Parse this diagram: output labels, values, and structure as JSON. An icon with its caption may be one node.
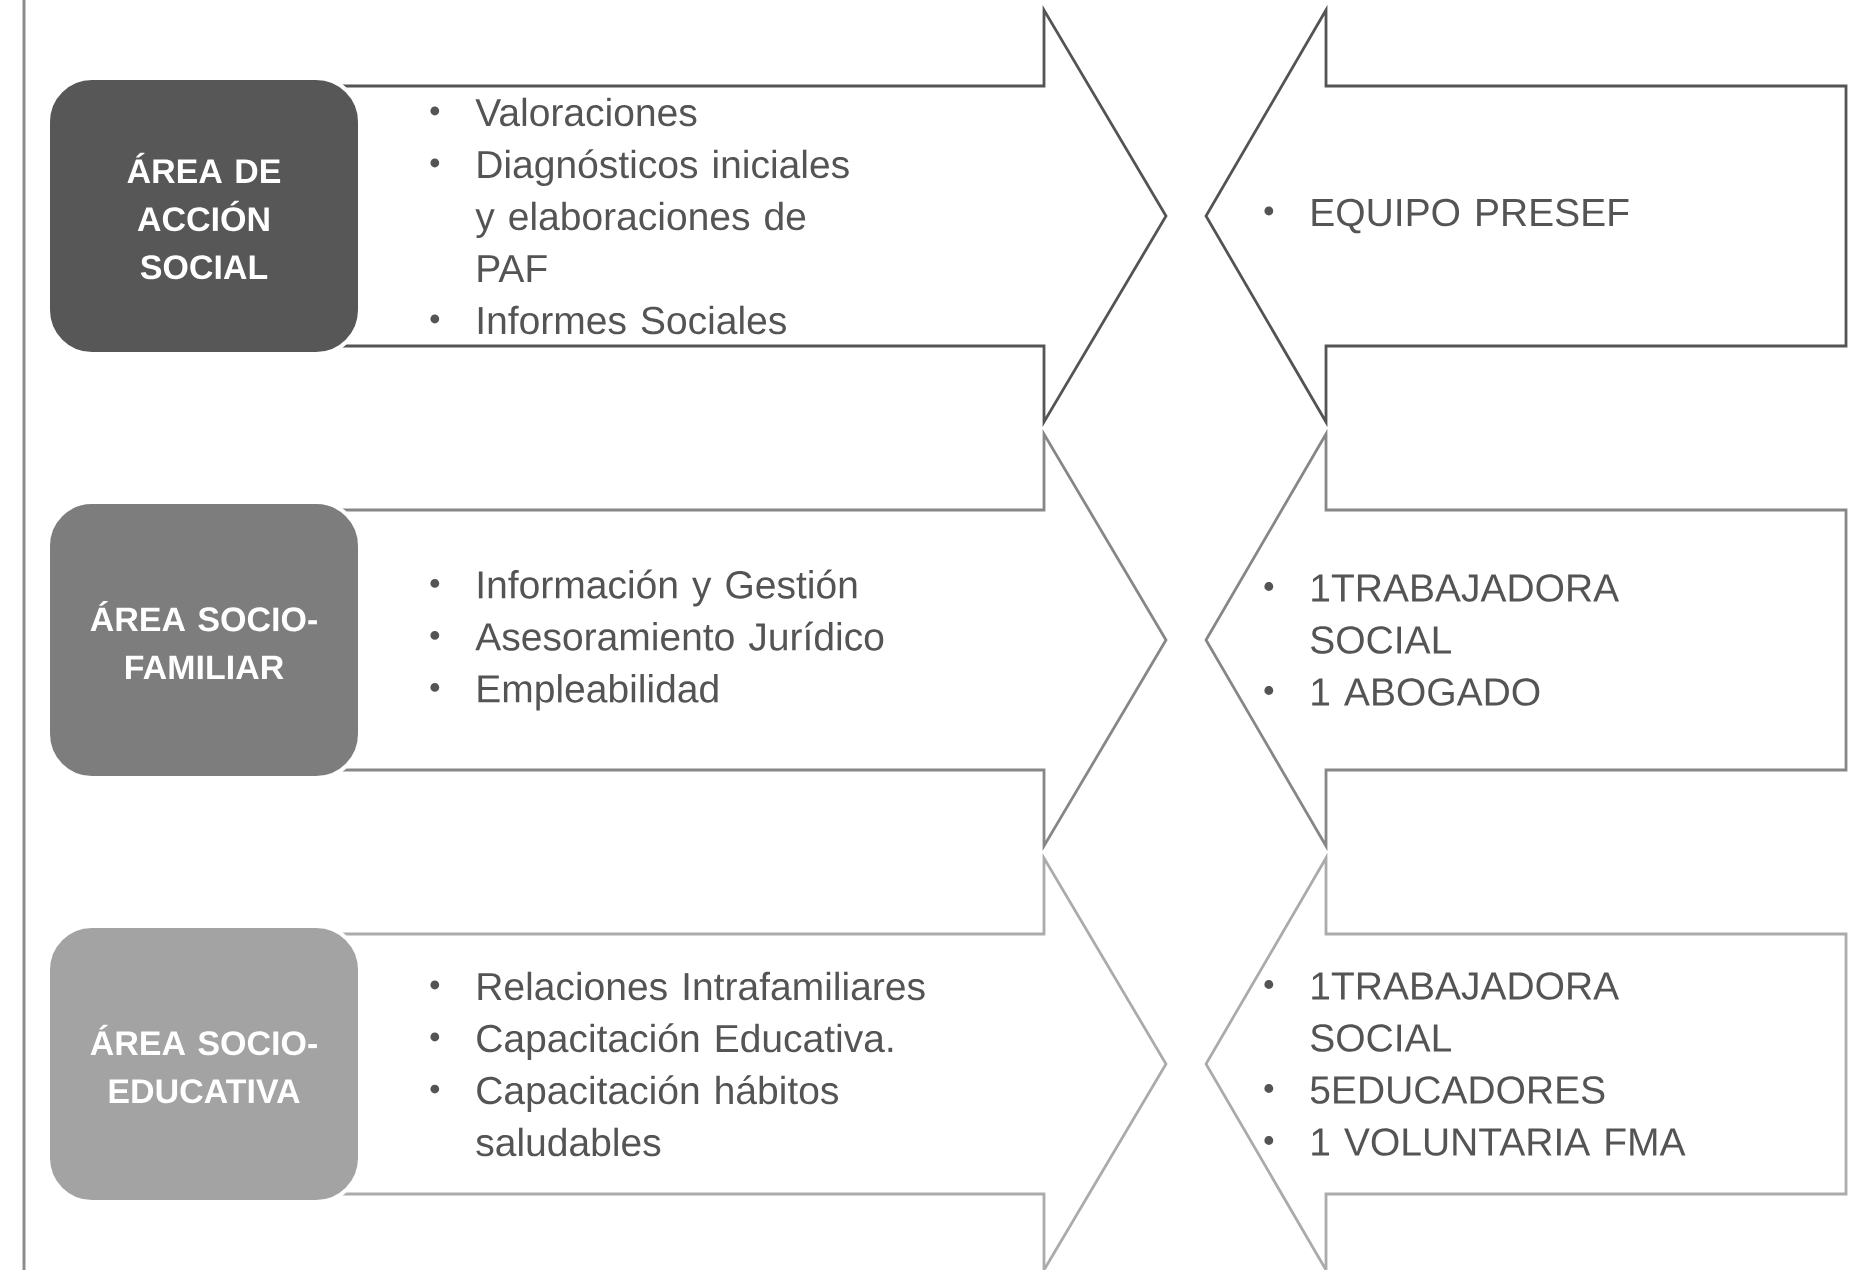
{
  "diagram": {
    "nodes": [
      {
        "text": [
          "ÁREA DE ACCIÓN SOCIAL"
        ]
      },
      {
        "text": [
          "Valoraciones",
          "Diagnósticos iniciales y elaboraciones de PAF",
          "Informes Sociales"
        ]
      },
      {
        "text": [
          "EQUIPO PRESEF"
        ]
      },
      {
        "text": [
          "ÁREA SOCIO-FAMILIAR"
        ]
      },
      {
        "text": [
          "Información y Gestión",
          "Asesoramiento Jurídico",
          "Empleabilidad"
        ]
      },
      {
        "text": [
          "1TRABAJADORA SOCIAL",
          "1 ABOGADO"
        ]
      },
      {
        "text": [
          "ÁREA SOCIO-EDUCATIVA"
        ]
      },
      {
        "text": [
          "Relaciones Intrafamiliares",
          "Capacitación Educativa.",
          "Capacitación hábitos saludables"
        ]
      },
      {
        "text": [
          "1TRABAJADORA SOCIAL",
          "5EDUCADORES",
          "1 VOLUNTARIA FMA"
        ]
      }
    ]
  }
}
